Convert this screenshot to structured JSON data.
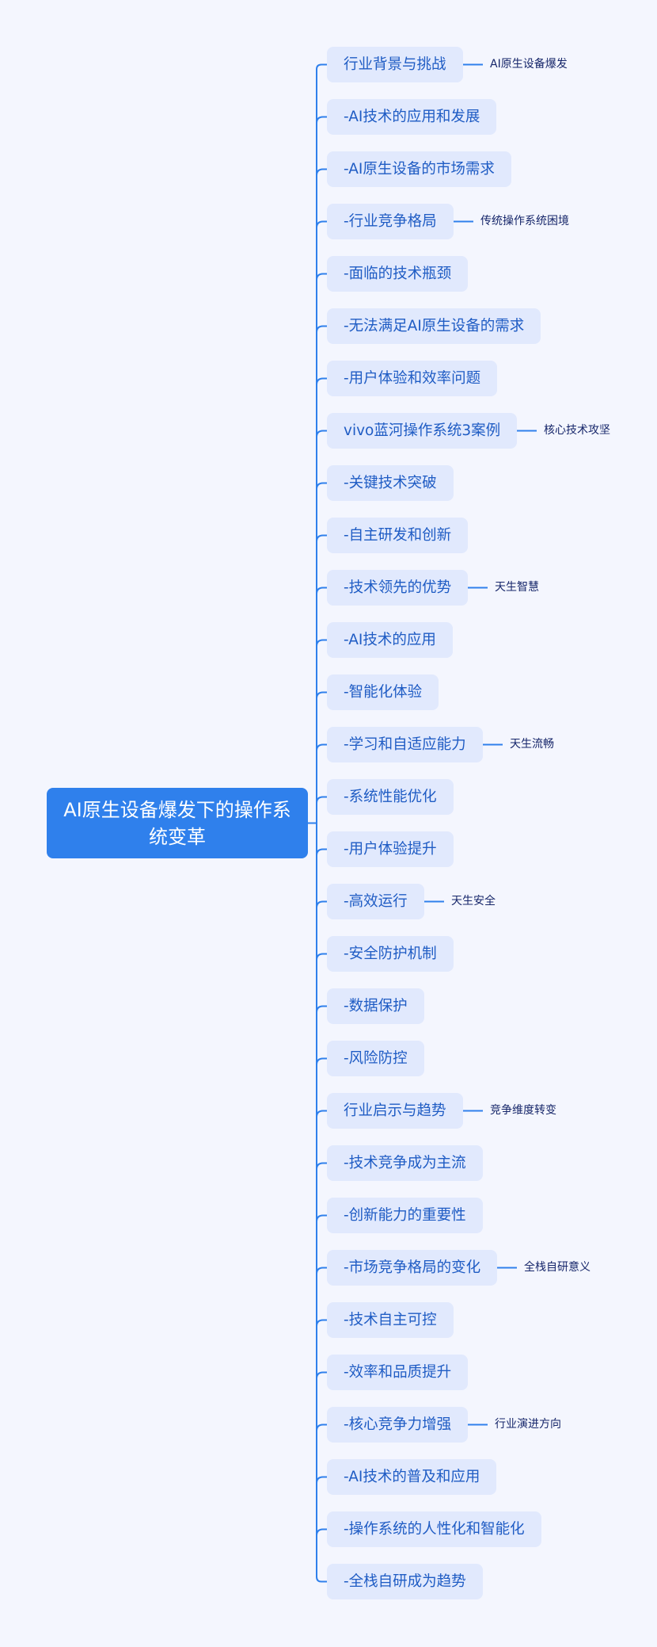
{
  "root": {
    "title": "AI原生设备爆发下的操作系统变革"
  },
  "colors": {
    "line": "#2f80ec",
    "root_bg": "#2f80ec",
    "node_bg": "#e1e9fd",
    "node_text": "#1f5cc4",
    "label_text": "#16266a"
  },
  "nodes": [
    {
      "text": "行业背景与挑战",
      "label": "AI原生设备爆发"
    },
    {
      "text": "-AI技术的应用和发展"
    },
    {
      "text": "-AI原生设备的市场需求"
    },
    {
      "text": "-行业竞争格局",
      "label": "传统操作系统困境"
    },
    {
      "text": "-面临的技术瓶颈"
    },
    {
      "text": "-无法满足AI原生设备的需求"
    },
    {
      "text": "-用户体验和效率问题"
    },
    {
      "text": "vivo蓝河操作系统3案例",
      "label": "核心技术攻坚"
    },
    {
      "text": "-关键技术突破"
    },
    {
      "text": "-自主研发和创新"
    },
    {
      "text": "-技术领先的优势",
      "label": "天生智慧"
    },
    {
      "text": "-AI技术的应用"
    },
    {
      "text": "-智能化体验"
    },
    {
      "text": "-学习和自适应能力",
      "label": "天生流畅"
    },
    {
      "text": "-系统性能优化"
    },
    {
      "text": "-用户体验提升"
    },
    {
      "text": "-高效运行",
      "label": "天生安全"
    },
    {
      "text": "-安全防护机制"
    },
    {
      "text": "-数据保护"
    },
    {
      "text": "-风险防控"
    },
    {
      "text": "行业启示与趋势",
      "label": "竞争维度转变"
    },
    {
      "text": "-技术竞争成为主流"
    },
    {
      "text": "-创新能力的重要性"
    },
    {
      "text": "-市场竞争格局的变化",
      "label": "全栈自研意义"
    },
    {
      "text": "-技术自主可控"
    },
    {
      "text": "-效率和品质提升"
    },
    {
      "text": "-核心竞争力增强",
      "label": "行业演进方向"
    },
    {
      "text": "-AI技术的普及和应用"
    },
    {
      "text": "-操作系统的人性化和智能化"
    },
    {
      "text": "-全栈自研成为趋势"
    }
  ]
}
